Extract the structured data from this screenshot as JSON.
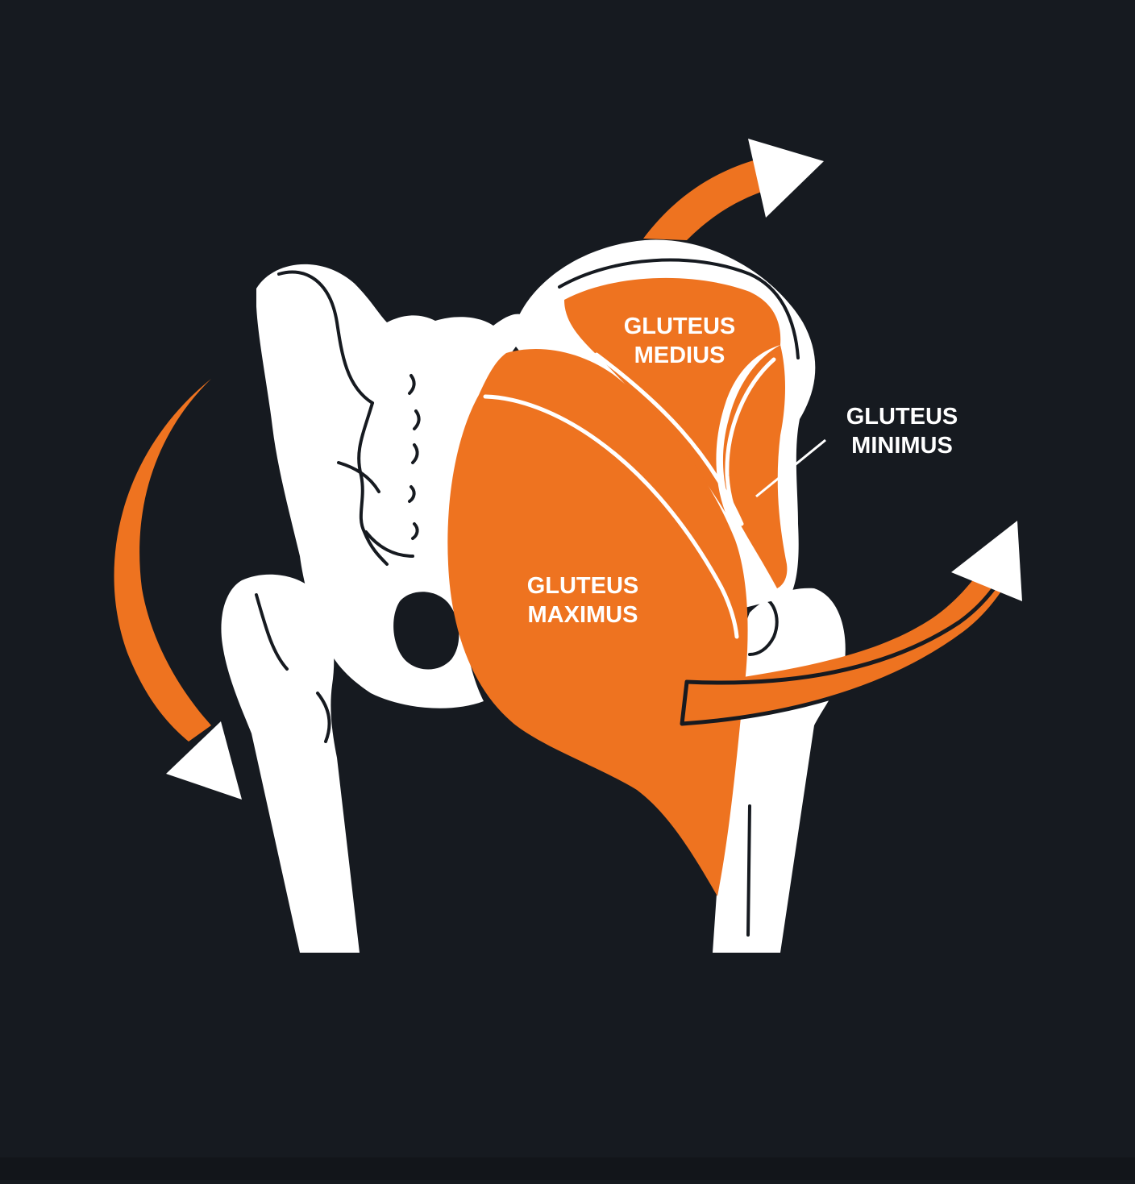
{
  "labels": {
    "medius": [
      "GLUTEUS",
      "MEDIUS"
    ],
    "minimus": [
      "GLUTEUS",
      "MINIMUS"
    ],
    "maximus": [
      "GLUTEUS",
      "MAXIMUS"
    ]
  },
  "colors": {
    "background": "#161a20",
    "bone": "#ffffff",
    "muscle": "#ee7320",
    "outline": "#161a20"
  },
  "arrows": [
    {
      "name": "arrow-top-right-icon",
      "direction": "up-right"
    },
    {
      "name": "arrow-left-down-icon",
      "direction": "down"
    },
    {
      "name": "arrow-right-up-icon",
      "direction": "up-right"
    }
  ]
}
